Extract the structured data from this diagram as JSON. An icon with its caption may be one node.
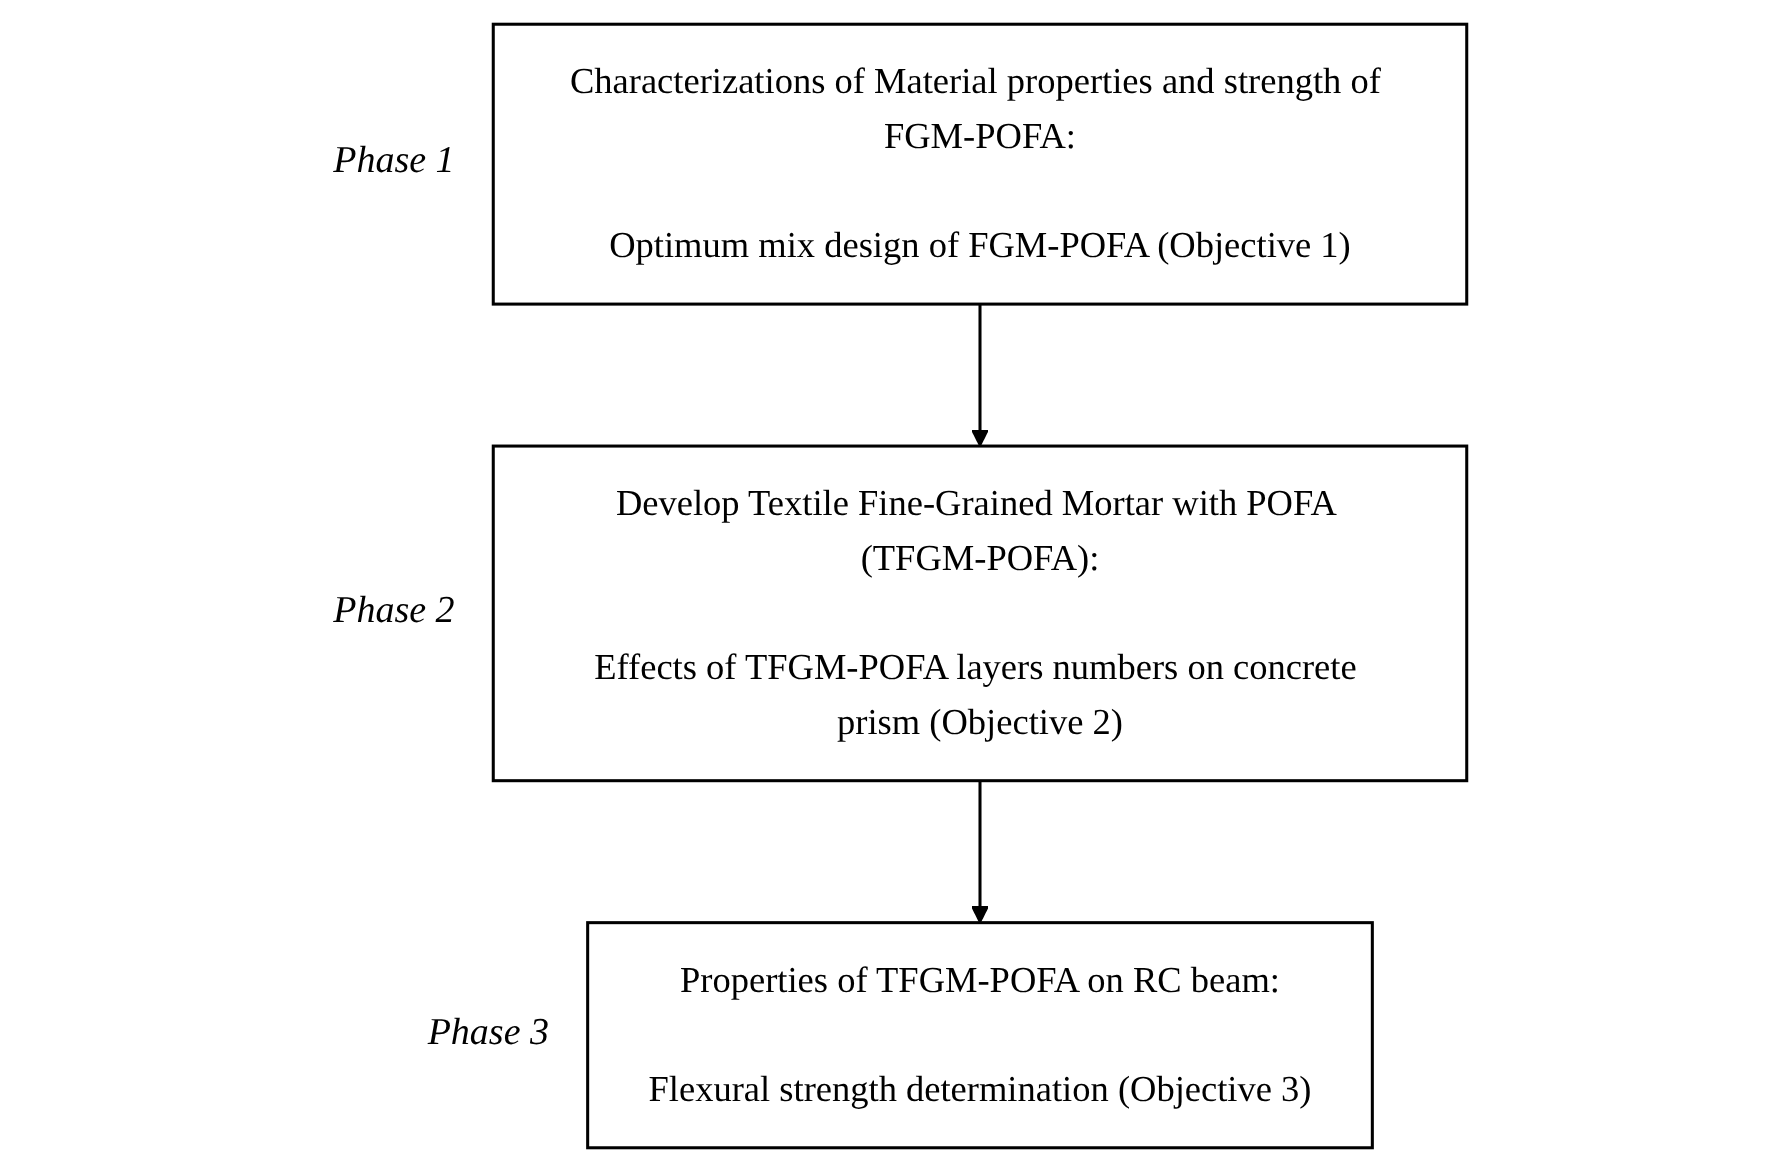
{
  "diagram": {
    "nodes": [
      {
        "text": [
          "Characterizations of Material properties and strength of FGM-POFA:",
          "Optimum mix design of FGM-POFA (Objective 1)"
        ],
        "beside": [
          "Phase 1"
        ]
      },
      {
        "text": [
          "Develop Textile Fine-Grained Mortar with POFA (TFGM-POFA):",
          "Effects of TFGM-POFA layers numbers on concrete prism (Objective 2)"
        ],
        "beside": [
          "Phase 2"
        ]
      },
      {
        "text": [
          "Properties of TFGM-POFA on RC beam:",
          "Flexural strength determination (Objective 3)"
        ],
        "beside": [
          "Phase 3"
        ]
      }
    ],
    "edges": [
      {
        "from": 0,
        "to": 1,
        "arrow": "to"
      },
      {
        "from": 1,
        "to": 2,
        "arrow": "to"
      }
    ]
  }
}
